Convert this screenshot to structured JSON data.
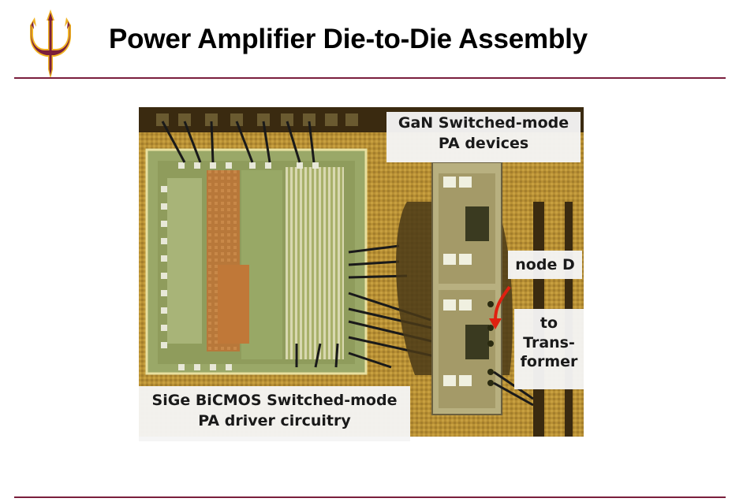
{
  "slide": {
    "title": "Power Amplifier Die-to-Die Assembly"
  },
  "logo": {
    "icon": "pitchfork-icon",
    "color": "#7a1f3d",
    "accent": "#f0b323"
  },
  "labels": {
    "gan_line1": "GaN Switched-mode",
    "gan_line2": "PA devices",
    "node": "node D",
    "transformer_line1": "to",
    "transformer_line2": "Trans-",
    "transformer_line3": "former",
    "sige_line1": "SiGe BiCMOS Switched-mode",
    "sige_line2": "PA driver circuitry"
  },
  "colors": {
    "rule": "#7a1f3d",
    "arrow": "#e02010",
    "gold": "#c9a23a",
    "die": "#8fa05a"
  }
}
